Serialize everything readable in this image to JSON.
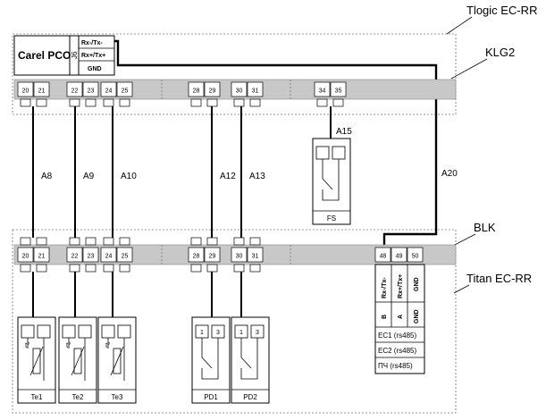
{
  "labels": {
    "tlogic": "Tlogic EC-RR",
    "klg2": "KLG2",
    "blk": "BLK",
    "titan": "Titan EC-RR",
    "carel": "Carel PCO",
    "j6": "J6",
    "rxm": "Rx-/Tx-",
    "rxp": "Rx+/Tx+",
    "gnd": "GND"
  },
  "top_terminals": [
    "20",
    "21",
    "22",
    "23",
    "24",
    "25",
    "28",
    "29",
    "30",
    "31",
    "34",
    "35"
  ],
  "bottom_terminals": [
    "20",
    "21",
    "22",
    "23",
    "24",
    "25",
    "28",
    "29",
    "30",
    "31",
    "48",
    "49",
    "50"
  ],
  "cables": [
    "A8",
    "A9",
    "A10",
    "A12",
    "A13",
    "A15",
    "A20"
  ],
  "sensors": [
    "Te1",
    "Te2",
    "Te3"
  ],
  "sensor_symbol": "t°",
  "switches": [
    "PD1",
    "PD2",
    "FS"
  ],
  "switch_pins": [
    "1",
    "3"
  ],
  "rs485_table": {
    "headers": [
      "Rx-/Tx-",
      "Rx+/Tx+",
      "GND"
    ],
    "row2": [
      "B",
      "A",
      "GND"
    ],
    "rows": [
      "EC1 (rs485)",
      "EC2 (rs485)",
      "ПЧ (rs485)"
    ]
  }
}
